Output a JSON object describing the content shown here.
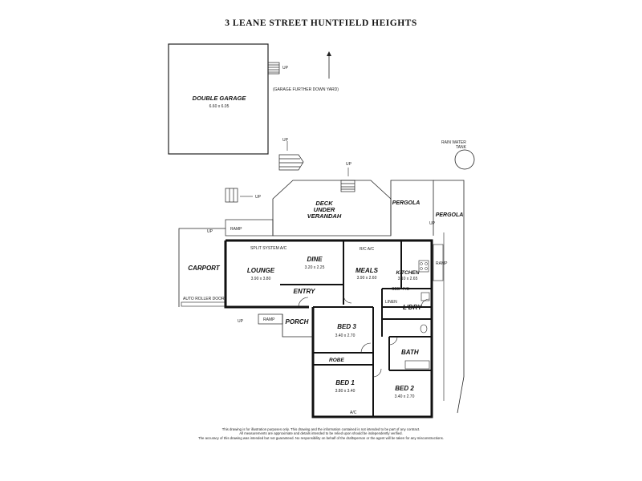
{
  "title": "3 LEANE STREET HUNTFIELD HEIGHTS",
  "rooms": {
    "double_garage": {
      "name": "DOUBLE GARAGE",
      "dims": "6.60 x 6.05"
    },
    "garage_note": "(GARAGE FURTHER DOWN YARD)",
    "deck": {
      "line1": "DECK",
      "line2": "UNDER",
      "line3": "VERANDAH"
    },
    "pergola_1": "PERGOLA",
    "pergola_2": "PERGOLA",
    "rain_water_tank": {
      "line1": "RAIN WATER",
      "line2": "TANK"
    },
    "carport": "CARPORT",
    "lounge": {
      "name": "LOUNGE",
      "dims": "3.90 x 3.80"
    },
    "dine": {
      "name": "DINE",
      "dims": "3.20 x 2.25"
    },
    "meals": {
      "name": "MEALS",
      "dims": "3.90 x 2.60"
    },
    "kitchen": {
      "name": "KITCHEN",
      "dims": "3.10 x 2.65"
    },
    "entry": "ENTRY",
    "linen": "LINEN",
    "laundry": "L'DRY",
    "porch": "PORCH",
    "bed3": {
      "name": "BED 3",
      "dims": "3.40 x 2.70"
    },
    "robe": "ROBE",
    "bath": "BATH",
    "bed1": {
      "name": "BED 1",
      "dims": "3.80 x 3.40"
    },
    "bed2": {
      "name": "BED 2",
      "dims": "3.40 x 2.70"
    }
  },
  "labels": {
    "up": "UP",
    "ramp": "RAMP",
    "split_system": "SPLIT SYSTEM A/C",
    "rc_ac": "R/C A/C",
    "cbd": "CBD",
    "fs": "F/S",
    "auto_roller_door": "AUTO ROLLER DOOR",
    "ac": "A/C"
  },
  "disclaimer": {
    "line1": "This drawing is for illustration purposes only. This drawing and the information contained is not intended to be part of any contract.",
    "line2": "All measurements are approximate and details intended to be relied upon should be independently verified.",
    "line3": "The accuracy of this drawing was intended but not guaranteed. No responsibility on behalf of the draftsperson or the agent will be taken for any misconstructions."
  }
}
